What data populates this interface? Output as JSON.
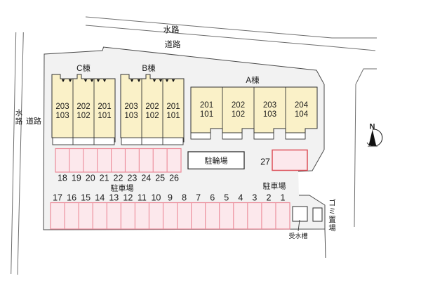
{
  "labels": {
    "waterway_top": "水路",
    "road_top": "道路",
    "waterway_left": "水路",
    "road_left": "道路",
    "bicycle_parking": "駐輪場",
    "parking_lot_left": "駐車場",
    "parking_lot_right": "駐車場",
    "water_tank": "受水槽",
    "garbage_area": "ゴミ置場",
    "compass_north": "N"
  },
  "buildings": [
    {
      "name": "C棟",
      "units": [
        {
          "upper": "203",
          "lower": "103"
        },
        {
          "upper": "202",
          "lower": "102"
        },
        {
          "upper": "201",
          "lower": "101"
        }
      ]
    },
    {
      "name": "B棟",
      "units": [
        {
          "upper": "203",
          "lower": "103"
        },
        {
          "upper": "202",
          "lower": "102"
        },
        {
          "upper": "201",
          "lower": "101"
        }
      ]
    },
    {
      "name": "A棟",
      "units": [
        {
          "upper": "201",
          "lower": "101"
        },
        {
          "upper": "202",
          "lower": "102"
        },
        {
          "upper": "203",
          "lower": "103"
        },
        {
          "upper": "204",
          "lower": "104"
        }
      ]
    }
  ],
  "parking": {
    "top_row_numbers": [
      "18",
      "19",
      "20",
      "21",
      "22",
      "23",
      "24",
      "25",
      "26"
    ],
    "bottom_row_numbers": [
      "17",
      "16",
      "15",
      "14",
      "13",
      "12",
      "11",
      "10",
      "9",
      "8",
      "7",
      "6",
      "5",
      "4",
      "3",
      "2",
      "1"
    ],
    "single_space_number": "27"
  },
  "colors": {
    "site-fill": "#f2f2f2",
    "building-fill": "#faf1c8",
    "parking-space-fill": "#fce8ec",
    "parking-space-stroke": "#ec8b99",
    "single-space-stroke": "#dd4f58",
    "boundary": "#4a4a4a"
  }
}
